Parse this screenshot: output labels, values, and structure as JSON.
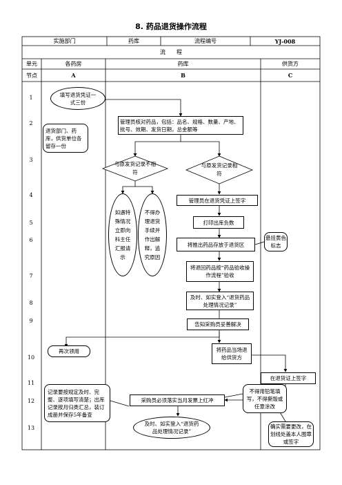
{
  "title": "8. 药品退货操作流程",
  "header": {
    "dept_label": "实施部门",
    "dept_value": "药库",
    "code_label": "流程编号",
    "code_value": "YJ-008",
    "flow_label": "流　　程",
    "unit_label": "单元",
    "node_label": "节点",
    "columns": [
      {
        "name": "各药房",
        "node": "A"
      },
      {
        "name": "药库",
        "node": "B"
      },
      {
        "name": "供货方",
        "node": "C"
      }
    ]
  },
  "rows": [
    "1",
    "2",
    "3",
    "4",
    "5",
    "6",
    "7",
    "8",
    "9",
    "10",
    "11",
    "12",
    "13"
  ],
  "nodes": {
    "fill_voucher": "填写退货凭证一式三份",
    "copies_note": "退货部门、药库，供货单位各留存一份",
    "check": "管理员核对药品，包括：品名、规格、数量、产地、批号、效期、发货日期，总金额等",
    "mismatch": "与原发货记录不相符",
    "match": "与原发货记录相符",
    "special": "如遇特殊情况立即向科主任汇报请示",
    "not_process": "不得办理退货手续并作出解释，追究原因",
    "sign": "管理员在退货凭证上签字",
    "print": "打印出库负数",
    "move": "将推出药品存放于退货区",
    "yellow": "悬挂黄色标志",
    "accept": "将退回药品按“药品验收操作流程”验收",
    "record1": "及时、如实登入“退货药品处理情况记录”",
    "notify": "告知采购员妥善解决",
    "recollect": "再次领用",
    "return": "将药品当场退给供货方",
    "supplier_sign": "在退货证上签字",
    "rules": "记录要按规定及时、完整、逐项填写清楚；出库记录按月归类汇总，装订成册并保存5年备查",
    "purchaser": "采购员必须落实当月发票上红冲",
    "no_pencil": "不得用铅笔填写，不得撕毁或任意涂改",
    "record2": "及时、如实登入“退货药品处理情况记录”",
    "change": "确实需要更改，在划线处盖本人图章或签字"
  }
}
